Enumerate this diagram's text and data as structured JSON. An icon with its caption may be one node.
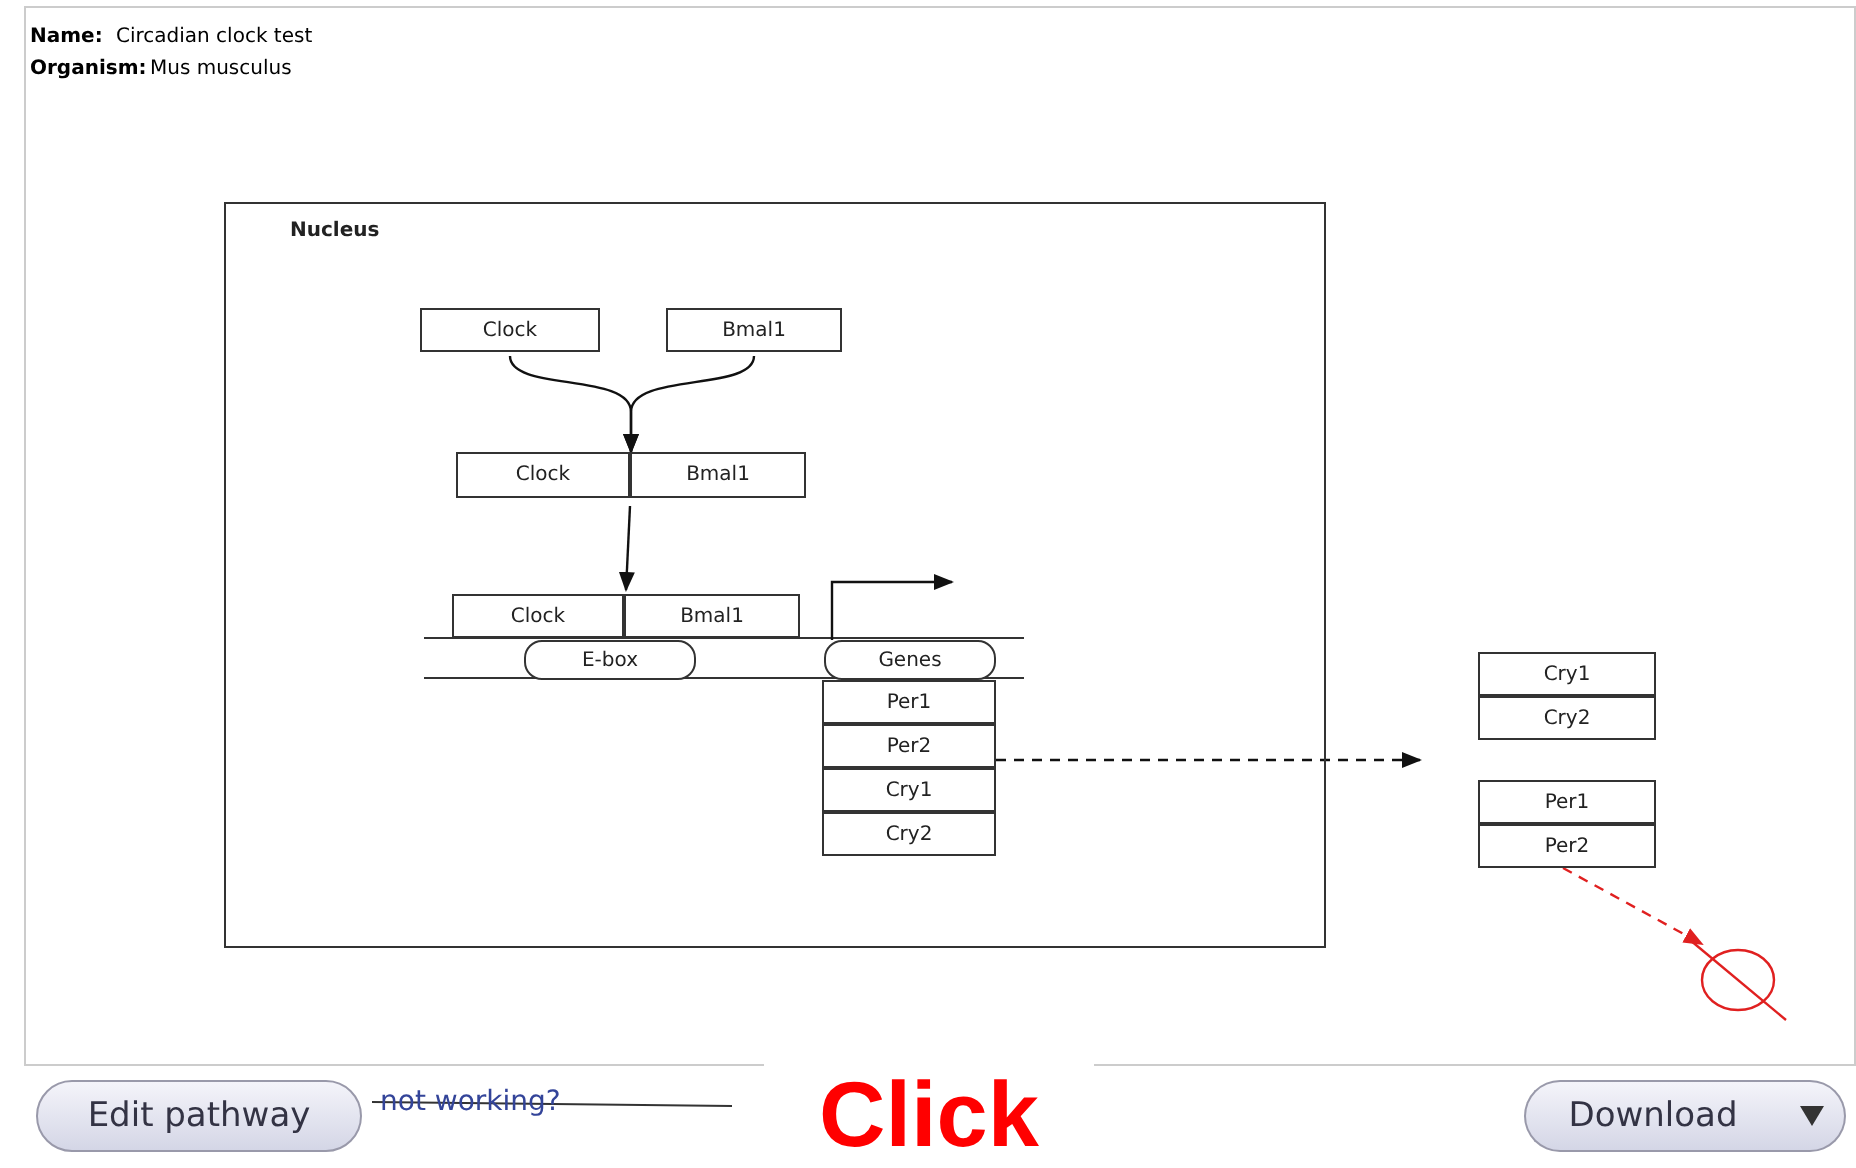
{
  "diagram": {
    "nodes": [
      {
        "text": [
          "Nucleus"
        ]
      },
      {
        "text": [
          "Clock"
        ],
        "in": 0
      },
      {
        "text": [
          "Bmal1"
        ],
        "in": 0
      },
      {
        "text": [],
        "shape": "box",
        "in": 0
      },
      {
        "text": [
          "Clock"
        ],
        "in": 3
      },
      {
        "text": [
          "Bmal1"
        ],
        "in": 3
      },
      {
        "text": [],
        "shape": "box",
        "in": 0
      },
      {
        "text": [
          "Clock"
        ],
        "in": 6
      },
      {
        "text": [
          "Bmal1"
        ],
        "in": 6
      },
      {
        "text": [
          "E-box"
        ],
        "in": 0
      },
      {
        "text": [
          "Genes"
        ],
        "in": 0
      },
      {
        "text": [],
        "shape": "box",
        "in": 0
      },
      {
        "text": [
          "Per1"
        ],
        "in": 11
      },
      {
        "text": [
          "Per2"
        ],
        "in": 11
      },
      {
        "text": [
          "Cry1"
        ],
        "in": 11
      },
      {
        "text": [
          "Cry2"
        ],
        "in": 11
      },
      {
        "text": [],
        "shape": "box"
      },
      {
        "text": [
          "Cry1"
        ],
        "in": 16
      },
      {
        "text": [
          "Cry2"
        ],
        "in": 16
      },
      {
        "text": [],
        "shape": "box"
      },
      {
        "text": [
          "Per1"
        ],
        "in": 19
      },
      {
        "text": [
          "Per2"
        ],
        "in": 19
      },
      {
        "text": [],
        "shape": "circle"
      }
    ],
    "edges": [
      {
        "from": 1,
        "to": 3,
        "arrow": "to"
      },
      {
        "from": 2,
        "to": 3,
        "arrow": "to"
      },
      {
        "from": 3,
        "to": 6,
        "arrow": "to"
      },
      {
        "from": 10,
        "to": null,
        "arrow": "to"
      },
      {
        "from": 11,
        "to": null,
        "arrow": "to",
        "style": "dashed"
      },
      {
        "from": 19,
        "to": 22,
        "arrow": "to",
        "style": "dashed",
        "color": "#e02020"
      }
    ],
    "labels": [
      "Name:",
      "Circadian clock test",
      "Organism:",
      "Mus musculus",
      "Edit pathway",
      "not working?",
      "Click",
      "Download"
    ]
  }
}
